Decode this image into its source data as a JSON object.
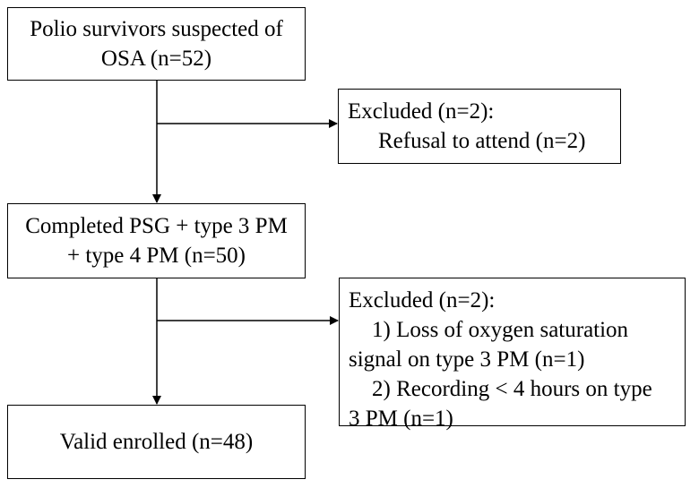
{
  "flowchart": {
    "boxes": {
      "start": {
        "lines": [
          "Polio survivors suspected of",
          "OSA (n=52)"
        ]
      },
      "completed": {
        "lines": [
          "Completed PSG + type 3 PM",
          "+ type 4 PM (n=50)"
        ]
      },
      "valid": {
        "lines": [
          "Valid enrolled (n=48)"
        ]
      },
      "excluded1": {
        "title": "Excluded (n=2):",
        "items": [
          "Refusal to attend (n=2)"
        ]
      },
      "excluded2": {
        "title": "Excluded (n=2):",
        "items": [
          "1) Loss of oxygen saturation",
          "signal on type 3 PM (n=1)",
          "2) Recording  < 4 hours on type",
          "3 PM (n=1)"
        ]
      }
    },
    "colors": {
      "stroke": "#000000",
      "background": "#ffffff"
    }
  }
}
